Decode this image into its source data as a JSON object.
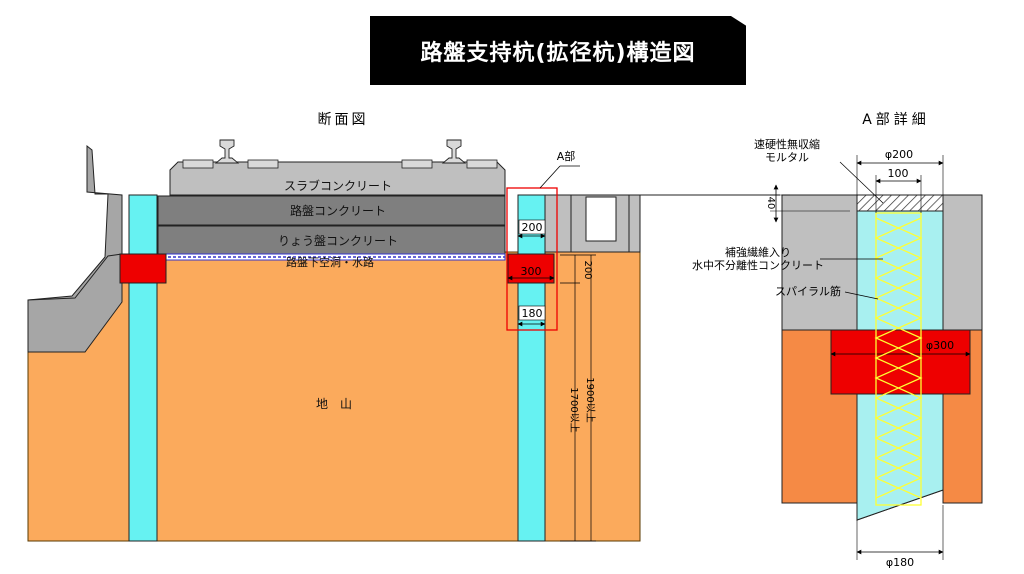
{
  "header": {
    "title": "路盤支持杭(拡径杭)構造図"
  },
  "section": {
    "heading": "断面図",
    "layers": {
      "slab": "スラブコンクリート",
      "roadbed": "路盤コンクリート",
      "ryoban": "りょう盤コンクリート",
      "void": "路盤下空洞・水路",
      "ground": "地　山"
    },
    "callout_label": "A部",
    "dims": {
      "d200": "200",
      "d300": "300",
      "d180": "180",
      "v200": "200",
      "v1700": "1700以上",
      "v1900": "1900以上"
    }
  },
  "detail": {
    "heading": "A部詳細",
    "labels": {
      "mortar": "速硬性無収縮\nモルタル",
      "fiber": "補強繊維入り\n水中不分離性コンクリート",
      "spiral": "スパイラル筋"
    },
    "dims": {
      "phi200": "φ200",
      "d100": "100",
      "d40": "40",
      "phi300": "φ300",
      "phi180": "φ180"
    }
  },
  "colors": {
    "soil": "#fbaa5c",
    "soil_detail": "#f58a45",
    "pile": "#66f2f2",
    "pile_detail": "#a8f0f0",
    "enlarged": "#ee0000",
    "concrete_dark": "#7f7f7f",
    "concrete_light": "#bfbfbf",
    "banner": "#000000"
  }
}
